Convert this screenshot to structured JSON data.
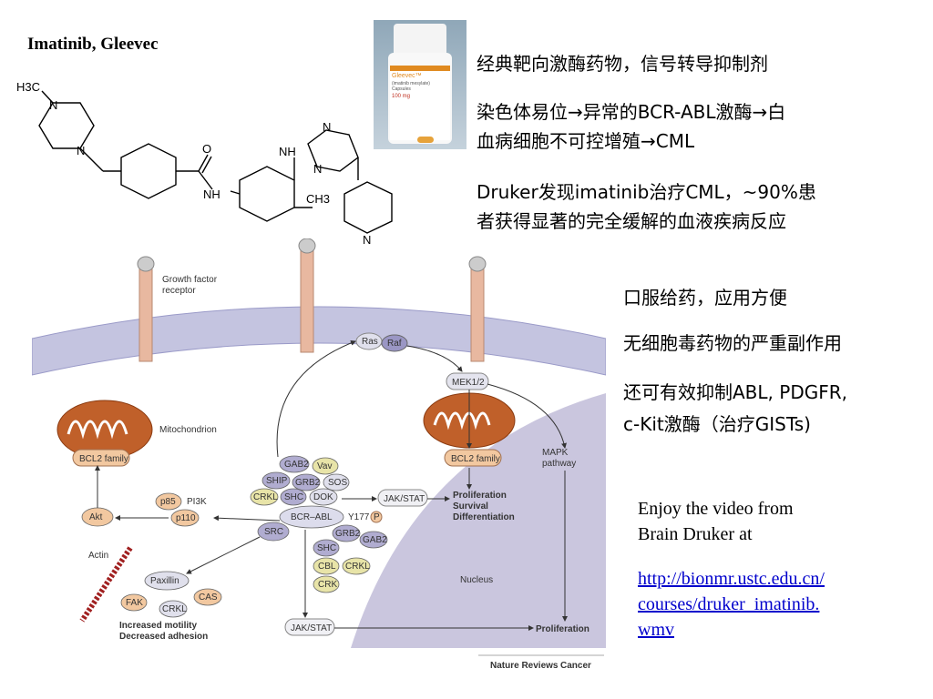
{
  "title": "Imatinib, Gleevec",
  "bottle": {
    "brand": "Gleevec™",
    "generic": "(imatinib mesylate)",
    "form": "Capsules",
    "dose": "100 mg"
  },
  "bullets_top": [
    "经典靶向激酶药物，信号转导抑制剂",
    "染色体易位→异常的BCR-ABL激酶→白",
    "血病细胞不可控增殖→CML",
    "Druker发现imatinib治疗CML，~90%患",
    "者获得显著的完全缓解的血液疾病反应"
  ],
  "bullets_mid": [
    "口服给药，应用方便",
    "无细胞毒药物的严重副作用",
    "还可有效抑制ABL, PDGFR,",
    "c-Kit激酶（治疗GISTs)"
  ],
  "video": {
    "line1": "Enjoy the video from",
    "line2": "Brain Druker at",
    "url1": "http://bionmr.ustc.edu.cn/",
    "url2": "courses/druker_imatinib.",
    "url3": "wmv"
  },
  "chem_labels": {
    "h3c": "H3C",
    "n1": "N",
    "n2": "N",
    "o": "O",
    "nh1": "NH",
    "nh2": "NH",
    "ch3": "CH3",
    "n3": "N",
    "n4": "N",
    "n5": "N"
  },
  "pathway": {
    "growth_factor": "Growth factor",
    "receptor": "receptor",
    "ras": "Ras",
    "raf": "Raf",
    "mek": "MEK1/2",
    "mitochondrion": "Mitochondrion",
    "bcl2_left": "BCL2 family",
    "bcl2_right": "BCL2 family",
    "mapk1": "MAPK",
    "mapk2": "pathway",
    "gab2": "GAB2",
    "vav": "Vav",
    "ship": "SHIP",
    "grb2": "GRB2",
    "sos": "SOS",
    "crkl": "CRKL",
    "shc": "SHC",
    "dok": "DOK",
    "jakstat": "JAK/STAT",
    "prolif": "Proliferation",
    "survival": "Survival",
    "diff": "Differentiation",
    "p85": "p85",
    "pi3k": "PI3K",
    "p110": "p110",
    "akt": "Akt",
    "src": "SRC",
    "bcrabl": "BCR–ABL",
    "y177": "Y177",
    "p": "P",
    "grb2b": "GRB2",
    "gab2b": "GAB2",
    "shcb": "SHC",
    "cbl": "CBL",
    "crklb": "CRKL",
    "crk": "CRK",
    "actin": "Actin",
    "paxillin": "Paxillin",
    "fak": "FAK",
    "cas": "CAS",
    "crklc": "CRKL",
    "motility": "Increased motility",
    "adhesion": "Decreased adhesion",
    "nucleus": "Nucleus",
    "jakstat2": "JAK/STAT",
    "prolif2": "Proliferation"
  },
  "credit": {
    "journal": "Nature Reviews",
    "section": "Cancer"
  },
  "colors": {
    "link": "#0000cc",
    "membrane": "#b8b8d8",
    "mito": "#c0602a",
    "receptor": "#e8b8a0",
    "nucleus": "#c8c4dc",
    "credit_accent": "#00a0c8"
  }
}
